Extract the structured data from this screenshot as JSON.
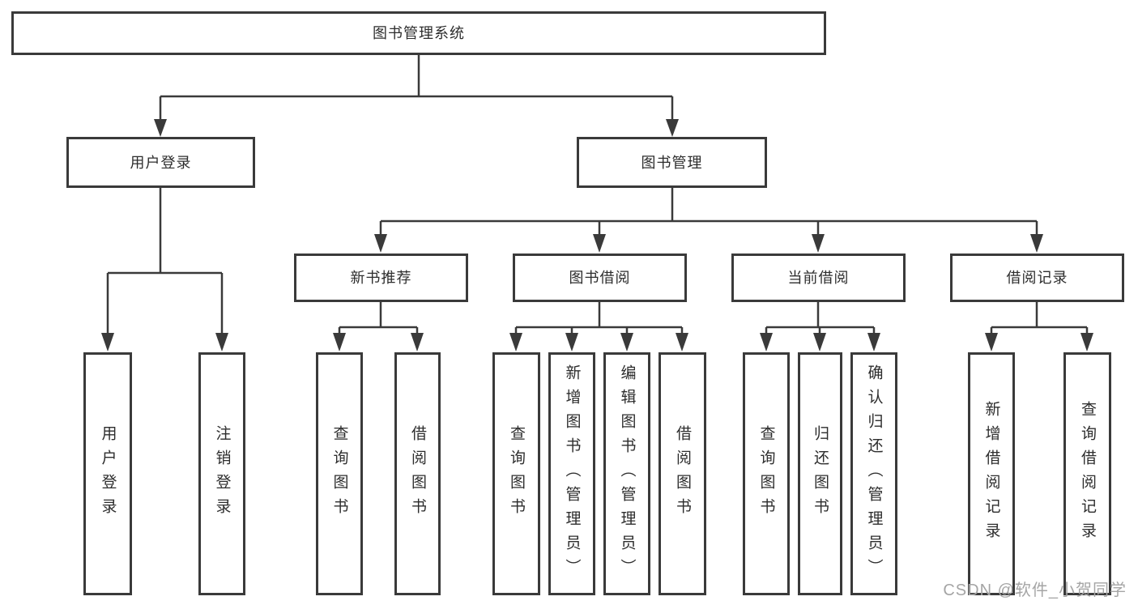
{
  "diagram": {
    "title": "图书管理系统",
    "level2": {
      "user_login": "用户登录",
      "book_management": "图书管理"
    },
    "level3": {
      "new_book_recommend": "新书推荐",
      "book_borrow": "图书借阅",
      "current_borrow": "当前借阅",
      "borrow_records": "借阅记录"
    },
    "level4": {
      "user_login_leaf": "用户登录",
      "logout": "注销登录",
      "query_books_recommend": "查询图书",
      "borrow_books_recommend": "借阅图书",
      "query_books_borrow": "查询图书",
      "add_book_admin": "新增图书（管理员）",
      "edit_book_admin": "编辑图书（管理员）",
      "borrow_books_borrow": "借阅图书",
      "query_books_current": "查询图书",
      "return_book": "归还图书",
      "confirm_return_admin": "确认归还（管理员）",
      "add_borrow_record": "新增借阅记录",
      "query_borrow_record": "查询借阅记录"
    },
    "watermark": "CSDN @软件_小贺同学",
    "colors": {
      "line": "#3a3a3a",
      "border": "#3a3a3a",
      "text": "#2d2d2d",
      "background": "#ffffff",
      "watermark": "#a5a5a5"
    }
  }
}
